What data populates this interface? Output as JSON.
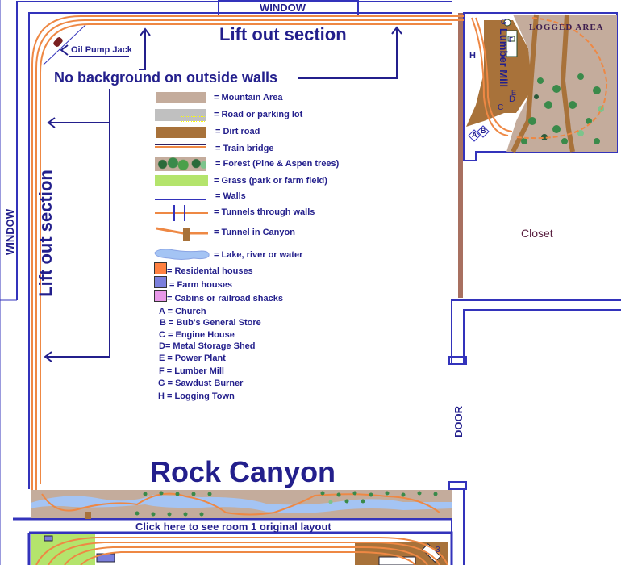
{
  "labels": {
    "window_top": "WINDOW",
    "window_left": "WINDOW",
    "lift_out_top": "Lift out section",
    "lift_out_left": "Lift out section",
    "no_background": "No background on outside walls",
    "oil_pump_jack": "Oil Pump Jack",
    "logged_area": "LOGGED AREA",
    "lumber_mill": "Lumber Mill",
    "closet": "Closet",
    "door": "DOOR",
    "title": "Rock Canyon",
    "room_link": "Click here to see room 1 original layout"
  },
  "map_letters": {
    "h": "H",
    "g": "G",
    "f": "F",
    "e": "E",
    "d": "D",
    "c": "C",
    "a": "A",
    "b": "B",
    "three": "3"
  },
  "legend": [
    {
      "key": "mountain",
      "label": "= Mountain Area"
    },
    {
      "key": "road",
      "label": "= Road or parking lot"
    },
    {
      "key": "dirt",
      "label": "= Dirt road"
    },
    {
      "key": "bridge",
      "label": "= Train bridge"
    },
    {
      "key": "forest",
      "label": "= Forest (Pine & Aspen trees)"
    },
    {
      "key": "grass",
      "label": "= Grass (park or farm field)"
    },
    {
      "key": "walls",
      "label": "= Walls"
    },
    {
      "key": "tunnel_wall",
      "label": "= Tunnels through walls"
    },
    {
      "key": "tunnel_canyon",
      "label": "= Tunnel in Canyon"
    },
    {
      "key": "water",
      "label": "= Lake, river or water"
    },
    {
      "key": "residential",
      "label": "= Residental houses"
    },
    {
      "key": "farm",
      "label": "= Farm houses"
    },
    {
      "key": "cabins",
      "label": "= Cabins or railroad shacks"
    }
  ],
  "key_letters": [
    "A = Church",
    "B = Bub's General Store",
    "C = Engine House",
    "D= Metal Storage Shed",
    "E = Power Plant",
    "F = Lumber Mill",
    "G = Sawdust Burner",
    "H = Logging Town"
  ],
  "colors": {
    "wall": "#3333bb",
    "text": "#231f8c",
    "track": "#ee8844",
    "mountain": "#c4ac9c",
    "dirt": "#a8723a",
    "grass": "#b4e46c",
    "water": "#a4c4f4",
    "residential": "#ff8040",
    "farm": "#7b7fdc",
    "cabin": "#e898e8"
  }
}
